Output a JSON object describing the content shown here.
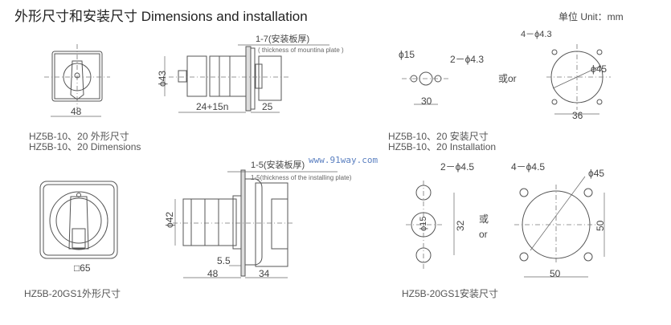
{
  "header": {
    "title": "外形尺寸和安装尺寸  Dimensions and installation",
    "unit": "单位 Unit：mm"
  },
  "fig1": {
    "plate_cn": "1-7(安装板厚)",
    "plate_en": "( thickness of mountina plate )",
    "dia": "ϕ43",
    "width": "48",
    "length": "24+15n",
    "depth": "25",
    "caption_cn": "HZ5B-10、20 外形尺寸",
    "caption_en": "HZ5B-10、20 Dimensions"
  },
  "fig2": {
    "hole": "ϕ15",
    "holes": "2－ϕ4.3",
    "spacing": "30",
    "or": "或or",
    "holes4": "4－ϕ4.3",
    "dia": "ϕ45",
    "square": "36",
    "caption_cn": "HZ5B-10、20 安装尺寸",
    "caption_en": "HZ5B-10、20 Installation"
  },
  "watermark": "www.91way.com",
  "fig3": {
    "square": "□65",
    "plate_cn": "1-5(安装板厚)",
    "plate_en": "1-5(thickness of the installing plate)",
    "dia": "ϕ42",
    "offset": "5.5",
    "body": "48",
    "depth": "34",
    "caption": "HZ5B-20GS1外形尺寸"
  },
  "fig4": {
    "holes": "2－ϕ4.5",
    "hole": "ϕ15",
    "spacing": "32",
    "or_cn": "或",
    "or_en": "or",
    "holes4": "4－ϕ4.5",
    "dia": "ϕ45",
    "height": "50",
    "width": "50",
    "caption": "HZ5B-20GS1安装尺寸"
  }
}
